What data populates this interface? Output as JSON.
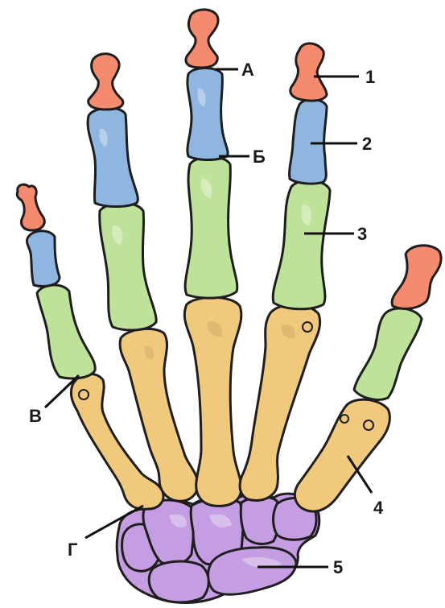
{
  "colors": {
    "distal_phalanx": "#f48a6e",
    "middle_phalanx": "#8fb6e0",
    "proximal_phalanx": "#bfe29a",
    "metacarpal": "#f0c97c",
    "carpal": "#c59de2",
    "outline": "#1e1e1e"
  },
  "labels": {
    "A": "А",
    "B": "Б",
    "V": "В",
    "G": "Г",
    "n1": "1",
    "n2": "2",
    "n3": "3",
    "n4": "4",
    "n5": "5"
  }
}
